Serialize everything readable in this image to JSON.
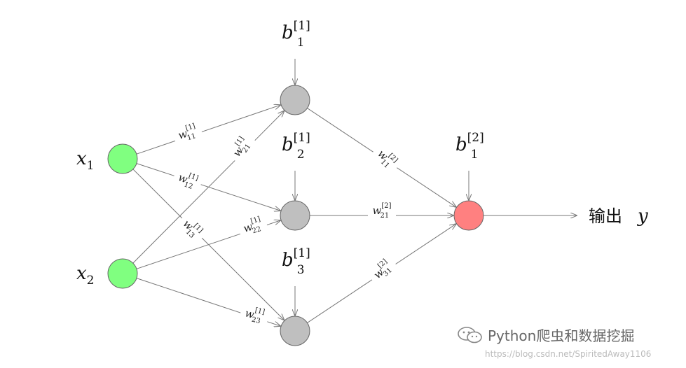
{
  "inputs": [
    {
      "id": "x1",
      "base": "x",
      "sub": "1",
      "color": "#80ff80"
    },
    {
      "id": "x2",
      "base": "x",
      "sub": "2",
      "color": "#80ff80"
    }
  ],
  "hidden": [
    {
      "id": "h1",
      "bias": {
        "base": "b",
        "sub": "1",
        "sup": "[1]"
      },
      "color": "#bfbfbf"
    },
    {
      "id": "h2",
      "bias": {
        "base": "b",
        "sub": "2",
        "sup": "[1]"
      },
      "color": "#bfbfbf"
    },
    {
      "id": "h3",
      "bias": {
        "base": "b",
        "sub": "3",
        "sup": "[1]"
      },
      "color": "#bfbfbf"
    }
  ],
  "output": {
    "id": "o1",
    "bias": {
      "base": "b",
      "sub": "1",
      "sup": "[2]"
    },
    "color": "#ff8080",
    "label_text": "输出",
    "label_var": "y"
  },
  "edges": [
    {
      "from": "x1",
      "to": "h1",
      "w": {
        "sub": "11",
        "sup": "[1]"
      }
    },
    {
      "from": "x1",
      "to": "h2",
      "w": {
        "sub": "12",
        "sup": "[1]"
      }
    },
    {
      "from": "x1",
      "to": "h3",
      "w": {
        "sub": "13",
        "sup": "[1]"
      }
    },
    {
      "from": "x2",
      "to": "h1",
      "w": {
        "sub": "21",
        "sup": "[1]"
      }
    },
    {
      "from": "x2",
      "to": "h2",
      "w": {
        "sub": "22",
        "sup": "[1]"
      }
    },
    {
      "from": "x2",
      "to": "h3",
      "w": {
        "sub": "23",
        "sup": "[1]"
      }
    },
    {
      "from": "h1",
      "to": "o1",
      "w": {
        "sub": "11",
        "sup": "[2]"
      }
    },
    {
      "from": "h2",
      "to": "o1",
      "w": {
        "sub": "21",
        "sup": "[2]"
      }
    },
    {
      "from": "h3",
      "to": "o1",
      "w": {
        "sub": "31",
        "sup": "[2]"
      }
    }
  ],
  "watermark": {
    "brand": "Python爬虫和数据挖掘",
    "url": "https://blog.csdn.net/SpiritedAway1106",
    "icon": "wechat-icon"
  }
}
